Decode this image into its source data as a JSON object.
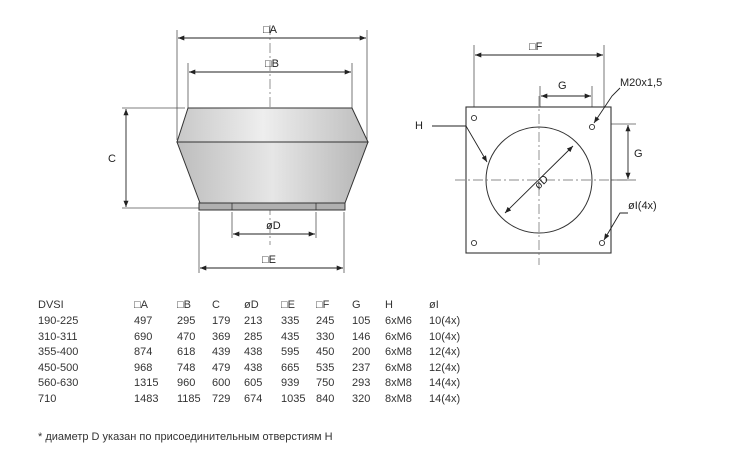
{
  "side_view": {
    "labels": {
      "a": "□A",
      "b": "□B",
      "c": "C",
      "d": "øD",
      "e": "□E"
    }
  },
  "plan_view": {
    "labels": {
      "f": "□F",
      "g_top": "G",
      "g_right": "G",
      "h": "H",
      "d": "øD",
      "m": "M20x1,5",
      "i": "øI(4x)"
    }
  },
  "table": {
    "headers": [
      "DVSI",
      "□A",
      "□B",
      "C",
      "øD",
      "□E",
      "□F",
      "G",
      "H",
      "øI"
    ],
    "rows": [
      [
        "190-225",
        "497",
        "295",
        "179",
        "213",
        "335",
        "245",
        "105",
        "6xM6",
        "10(4x)"
      ],
      [
        "310-311",
        "690",
        "470",
        "369",
        "285",
        "435",
        "330",
        "146",
        "6xM6",
        "10(4x)"
      ],
      [
        "355-400",
        "874",
        "618",
        "439",
        "438",
        "595",
        "450",
        "200",
        "6xM8",
        "12(4x)"
      ],
      [
        "450-500",
        "968",
        "748",
        "479",
        "438",
        "665",
        "535",
        "237",
        "6xM8",
        "12(4x)"
      ],
      [
        "560-630",
        "1315",
        "960",
        "600",
        "605",
        "939",
        "750",
        "293",
        "8xM8",
        "14(4x)"
      ],
      [
        "710",
        "1483",
        "1185",
        "729",
        "674",
        "1035",
        "840",
        "320",
        "8xM8",
        "14(4x)"
      ]
    ]
  },
  "footnote": "* диаметр D указан по присоединительным отверстиям H"
}
